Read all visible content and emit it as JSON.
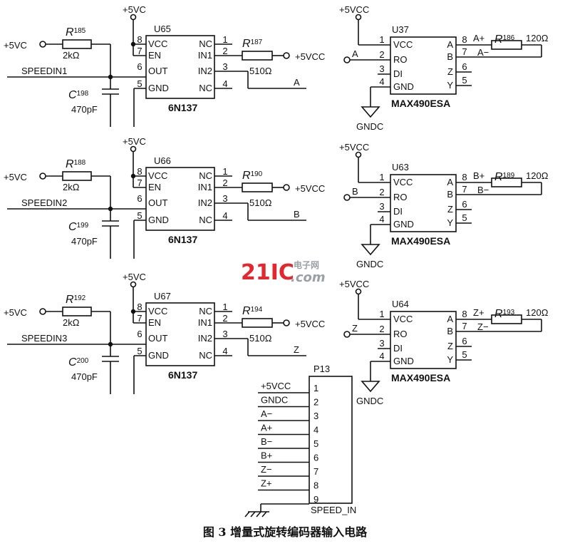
{
  "optocouplers": [
    {
      "ref": "U65",
      "part": "6N137",
      "vcc": "+5VC",
      "signal": "SPEEDIN1",
      "pull_r": {
        "ref": "R",
        "num": "185",
        "value": "2kΩ"
      },
      "cap": {
        "ref": "C",
        "num": "198",
        "value": "470pF"
      },
      "series_r": {
        "ref": "R",
        "num": "187",
        "value": "510Ω"
      },
      "out_net": "A",
      "supply_right": "+5VCC",
      "supply_left": "+5VC",
      "left_pins": [
        {
          "n": "8",
          "name": "VCC"
        },
        {
          "n": "7",
          "name": "EN"
        },
        {
          "n": "6",
          "name": "OUT"
        },
        {
          "n": "5",
          "name": "GND"
        }
      ],
      "right_pins": [
        {
          "n": "1",
          "name": "NC"
        },
        {
          "n": "2",
          "name": "IN1"
        },
        {
          "n": "3",
          "name": "IN2"
        },
        {
          "n": "4",
          "name": "NC"
        }
      ]
    },
    {
      "ref": "U66",
      "part": "6N137",
      "vcc": "+5VC",
      "signal": "SPEEDIN2",
      "pull_r": {
        "ref": "R",
        "num": "188",
        "value": "2kΩ"
      },
      "cap": {
        "ref": "C",
        "num": "199",
        "value": "470pF"
      },
      "series_r": {
        "ref": "R",
        "num": "190",
        "value": "510Ω"
      },
      "out_net": "B",
      "supply_right": "+5VCC",
      "supply_left": "+5VC",
      "left_pins": [
        {
          "n": "8",
          "name": "VCC"
        },
        {
          "n": "7",
          "name": "EN"
        },
        {
          "n": "6",
          "name": "OUT"
        },
        {
          "n": "5",
          "name": "GND"
        }
      ],
      "right_pins": [
        {
          "n": "1",
          "name": "NC"
        },
        {
          "n": "2",
          "name": "IN1"
        },
        {
          "n": "3",
          "name": "IN2"
        },
        {
          "n": "4",
          "name": "NC"
        }
      ]
    },
    {
      "ref": "U67",
      "part": "6N137",
      "vcc": "+5VC",
      "signal": "SPEEDIN3",
      "pull_r": {
        "ref": "R",
        "num": "192",
        "value": "2kΩ"
      },
      "cap": {
        "ref": "C",
        "num": "200",
        "value": "470pF"
      },
      "series_r": {
        "ref": "R",
        "num": "194",
        "value": "510Ω"
      },
      "out_net": "Z",
      "supply_right": "+5VCC",
      "supply_left": "+5VC",
      "left_pins": [
        {
          "n": "8",
          "name": "VCC"
        },
        {
          "n": "7",
          "name": "EN"
        },
        {
          "n": "6",
          "name": "OUT"
        },
        {
          "n": "5",
          "name": "GND"
        }
      ],
      "right_pins": [
        {
          "n": "1",
          "name": "NC"
        },
        {
          "n": "2",
          "name": "IN1"
        },
        {
          "n": "3",
          "name": "IN2"
        },
        {
          "n": "4",
          "name": "NC"
        }
      ]
    }
  ],
  "transceivers": [
    {
      "ref": "U37",
      "part": "MAX490ESA",
      "vcc": "+5VCC",
      "gnd": "GNDC",
      "in_net": "A",
      "term_r": {
        "ref": "R",
        "num": "186",
        "value": "120Ω"
      },
      "plus": "A+",
      "minus": "A−",
      "left_pins": [
        {
          "n": "1",
          "name": "VCC"
        },
        {
          "n": "2",
          "name": "RO"
        },
        {
          "n": "3",
          "name": "DI"
        },
        {
          "n": "4",
          "name": "GND"
        }
      ],
      "right_pins": [
        {
          "n": "8",
          "name": "A"
        },
        {
          "n": "7",
          "name": "B"
        },
        {
          "n": "6",
          "name": "Z"
        },
        {
          "n": "5",
          "name": "Y"
        }
      ]
    },
    {
      "ref": "U63",
      "part": "MAX490ESA",
      "vcc": "+5VCC",
      "gnd": "GNDC",
      "in_net": "B",
      "term_r": {
        "ref": "R",
        "num": "189",
        "value": "120Ω"
      },
      "plus": "B+",
      "minus": "B−",
      "left_pins": [
        {
          "n": "1",
          "name": "VCC"
        },
        {
          "n": "2",
          "name": "RO"
        },
        {
          "n": "3",
          "name": "DI"
        },
        {
          "n": "4",
          "name": "GND"
        }
      ],
      "right_pins": [
        {
          "n": "8",
          "name": "A"
        },
        {
          "n": "7",
          "name": "B"
        },
        {
          "n": "6",
          "name": "Z"
        },
        {
          "n": "5",
          "name": "Y"
        }
      ]
    },
    {
      "ref": "U64",
      "part": "MAX490ESA",
      "vcc": "+5VCC",
      "gnd": "GNDC",
      "in_net": "Z",
      "term_r": {
        "ref": "R",
        "num": "193",
        "value": "120Ω"
      },
      "plus": "Z+",
      "minus": "Z−",
      "left_pins": [
        {
          "n": "1",
          "name": "VCC"
        },
        {
          "n": "2",
          "name": "RO"
        },
        {
          "n": "3",
          "name": "DI"
        },
        {
          "n": "4",
          "name": "GND"
        }
      ],
      "right_pins": [
        {
          "n": "8",
          "name": "A"
        },
        {
          "n": "7",
          "name": "B"
        },
        {
          "n": "6",
          "name": "Z"
        },
        {
          "n": "5",
          "name": "Y"
        }
      ]
    }
  ],
  "connector": {
    "ref": "P13",
    "name": "SPEED_IN",
    "pins": [
      {
        "n": "1",
        "net": "+5VCC"
      },
      {
        "n": "2",
        "net": "GNDC"
      },
      {
        "n": "3",
        "net": "A−"
      },
      {
        "n": "4",
        "net": "A+"
      },
      {
        "n": "5",
        "net": "B−"
      },
      {
        "n": "6",
        "net": "B+"
      },
      {
        "n": "7",
        "net": "Z−"
      },
      {
        "n": "8",
        "net": "Z+"
      },
      {
        "n": "9",
        "net": ""
      }
    ]
  },
  "watermark": {
    "main": "21IC",
    "top": "电子网",
    "sub": ".com"
  },
  "caption": "图 3   增量式旋转编码器输入电路",
  "colors": {
    "ink": "#111111",
    "watermark_red": "#e0282e",
    "watermark_gray": "#9aa0a6"
  }
}
